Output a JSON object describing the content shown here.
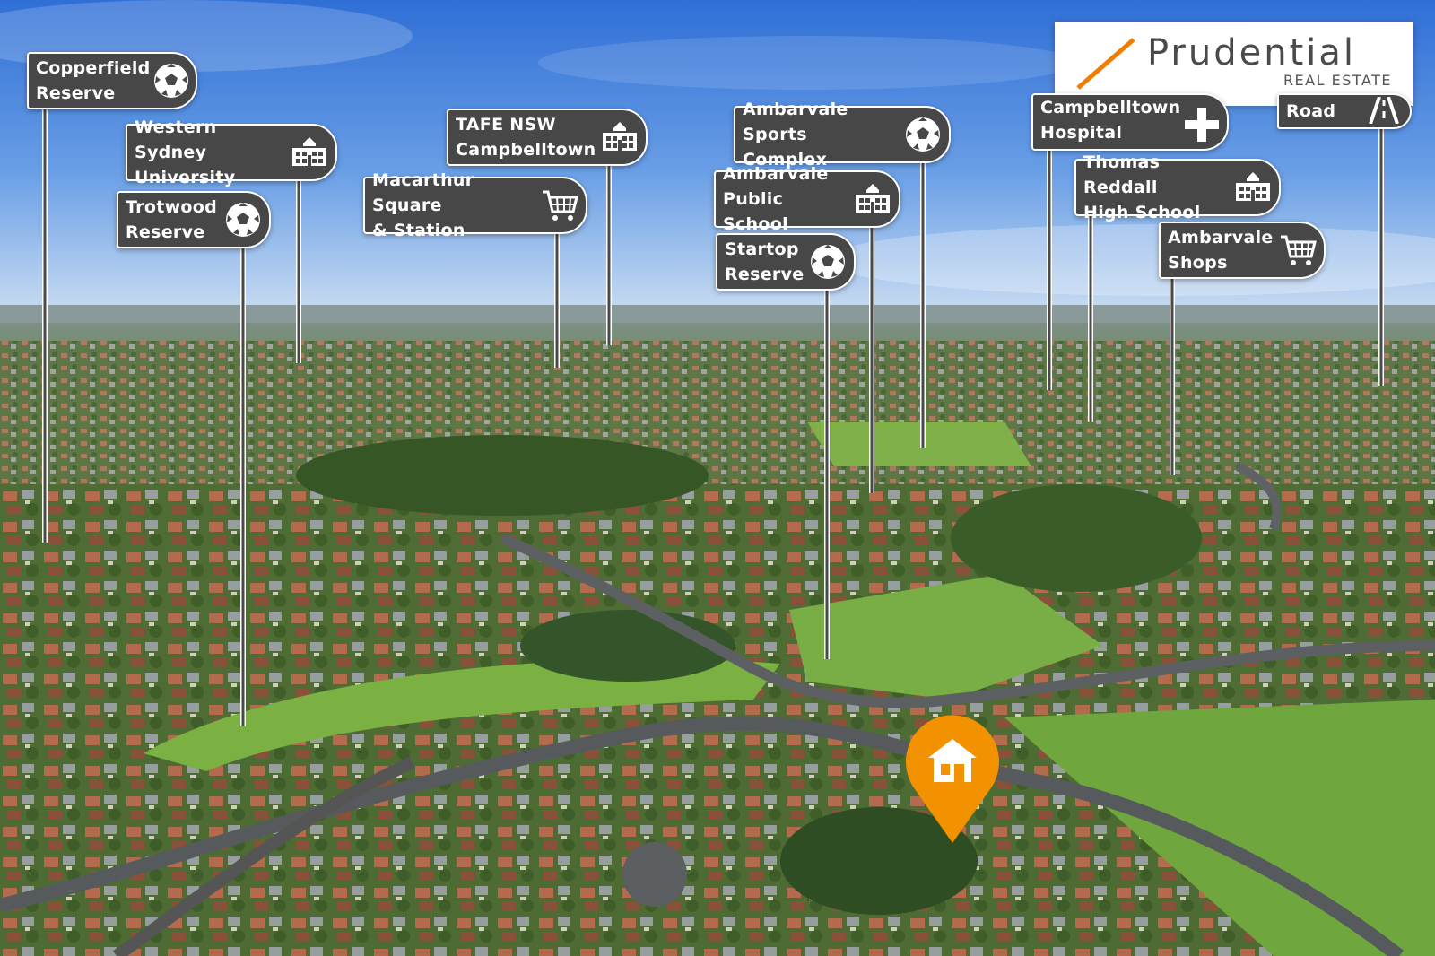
{
  "brand": {
    "name": "Prudential",
    "tagline": "REAL ESTATE",
    "accent_color": "#f07d00"
  },
  "landmarks": [
    {
      "label": "Copperfield\nReserve",
      "icon": "soccer-ball-icon"
    },
    {
      "label": "Western Sydney\nUniversity",
      "icon": "school-icon"
    },
    {
      "label": "Trotwood\nReserve",
      "icon": "soccer-ball-icon"
    },
    {
      "label": "TAFE NSW\nCampbelltown",
      "icon": "school-icon"
    },
    {
      "label": "Macarthur Square\n& Station",
      "icon": "shopping-cart-icon"
    },
    {
      "label": "Ambarvale Sports\nComplex",
      "icon": "soccer-ball-icon"
    },
    {
      "label": "Ambarvale\nPublic School",
      "icon": "school-icon"
    },
    {
      "label": "Startop\nReserve",
      "icon": "soccer-ball-icon"
    },
    {
      "label": "Campbelltown\nHospital",
      "icon": "hospital-cross-icon"
    },
    {
      "label": "Thomas Reddall\nHigh School",
      "icon": "school-icon"
    },
    {
      "label": "Ambarvale\nShops",
      "icon": "shopping-cart-icon"
    },
    {
      "label": "Road",
      "icon": "road-icon"
    }
  ],
  "property_marker": {
    "icon": "house-icon",
    "color": "#f39200"
  }
}
